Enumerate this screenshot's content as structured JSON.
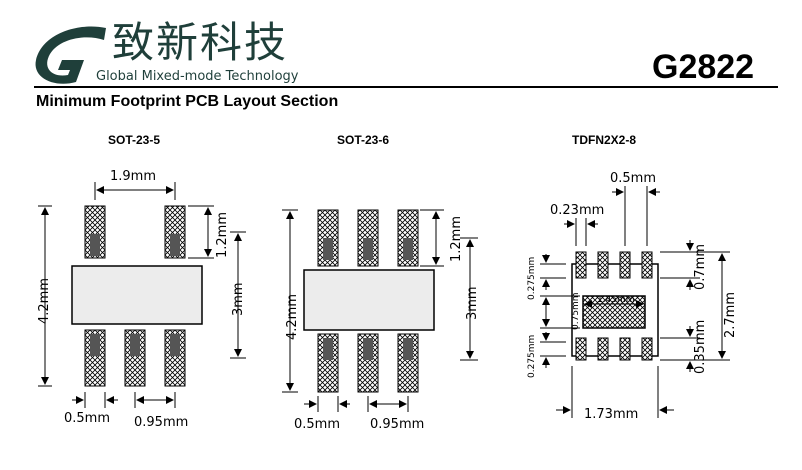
{
  "header": {
    "logo_cn": "致新科技",
    "logo_en": "Global Mixed-mode Technology",
    "part_number": "G2822",
    "section_title": "Minimum Footprint PCB Layout Section"
  },
  "packages": [
    {
      "name": "SOT-23-5",
      "dims": {
        "pitch_top": "1.9mm",
        "pad_len": "1.2mm",
        "height": "4.2mm",
        "span": "3mm",
        "pad_w": "0.5mm",
        "pitch": "0.95mm"
      }
    },
    {
      "name": "SOT-23-6",
      "dims": {
        "pad_len": "1.2mm",
        "height": "4.2mm",
        "span": "3mm",
        "pad_w": "0.5mm",
        "pitch": "0.95mm"
      }
    },
    {
      "name": "TDFN2X2-8",
      "dims": {
        "pitch": "0.5mm",
        "pad_w": "0.23mm",
        "top_gap": "0.275mm",
        "pad_len": "0.7mm",
        "height": "2.7mm",
        "epad_w": "1.45mm",
        "epad_h": "0.75mm",
        "bottom_gap": "0.275mm",
        "pad_len2": "0.35mm",
        "width": "1.73mm"
      }
    }
  ]
}
